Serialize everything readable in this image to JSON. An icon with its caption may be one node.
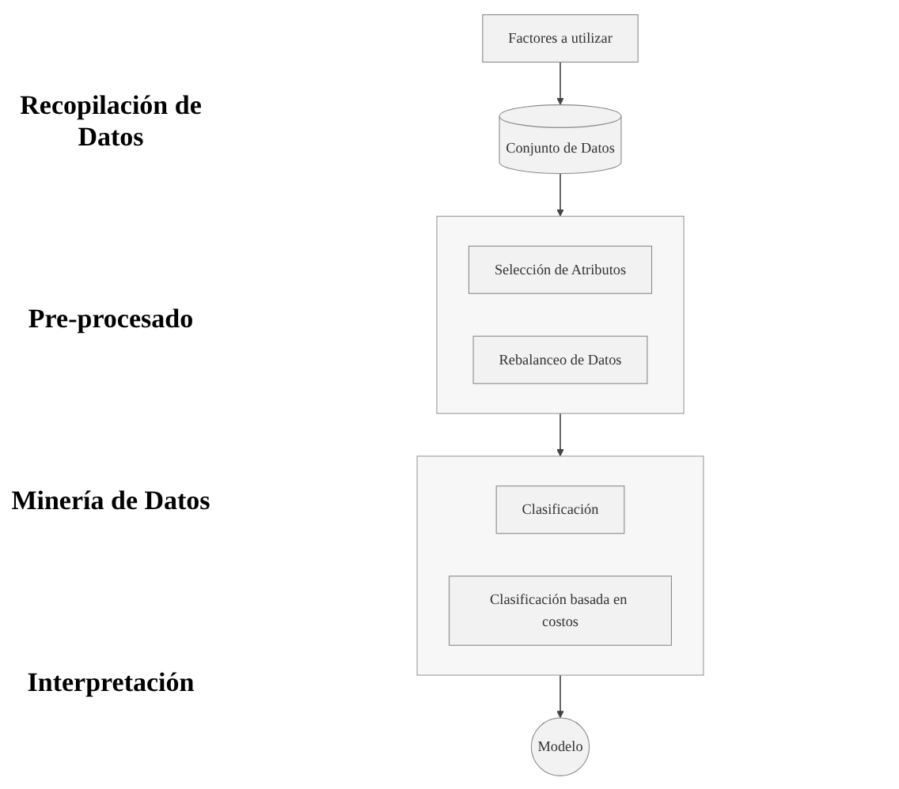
{
  "diagram": {
    "nodes": [
      {
        "text": [
          "Factores a utilizar"
        ]
      },
      {
        "text": [
          "Conjunto de Datos"
        ]
      },
      {
        "text": [],
        "shape": "box"
      },
      {
        "text": [
          "Selección de Atributos"
        ],
        "in": 2
      },
      {
        "text": [
          "Rebalanceo de Datos"
        ],
        "in": 2
      },
      {
        "text": [],
        "shape": "box"
      },
      {
        "text": [
          "Clasificación"
        ],
        "in": 5
      },
      {
        "text": [
          "Clasificación basada en costos"
        ],
        "in": 5
      },
      {
        "text": [
          "Modelo"
        ]
      }
    ],
    "edges": [
      {
        "from": 0,
        "to": 1,
        "arrow": "to"
      },
      {
        "from": 1,
        "to": 2,
        "arrow": "to"
      },
      {
        "from": 2,
        "to": 5,
        "arrow": "to"
      },
      {
        "from": 5,
        "to": 8,
        "arrow": "to"
      }
    ],
    "labels": [
      "Recopilación de Datos",
      "Pre-procesado",
      "Minería de Datos",
      "Interpretación"
    ]
  }
}
